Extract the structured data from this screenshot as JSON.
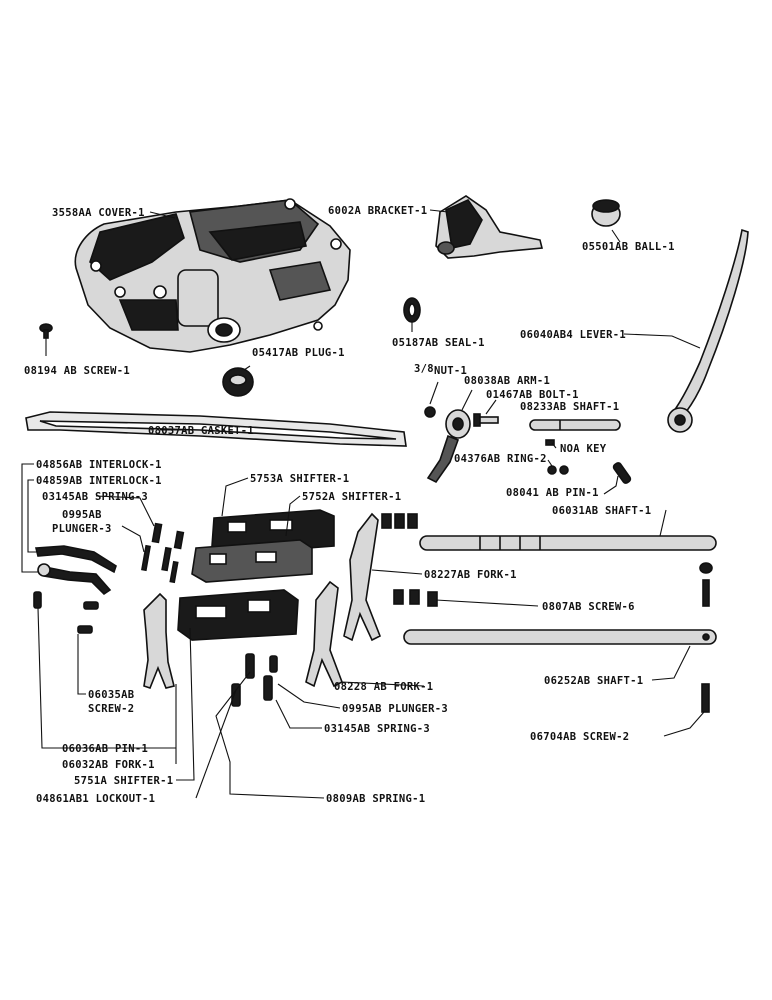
{
  "labels": {
    "cover": "3558AA COVER-1",
    "bracket": "6002A BRACKET-1",
    "ball": "05501AB BALL-1",
    "seal": "05187AB SEAL-1",
    "lever": "06040AB4 LEVER-1",
    "screw_08194": "08194 AB SCREW-1",
    "plug": "05417AB PLUG-1",
    "nut_fraction": "3/8",
    "nut": "NUT-1",
    "arm": "08038AB ARM-1",
    "bolt": "01467AB BOLT-1",
    "shaft_08233": "08233AB SHAFT-1",
    "gasket": "08037AB GASKET-1",
    "noa_key": "NOA KEY",
    "ring": "04376AB RING-2",
    "interlock_04856": "04856AB INTERLOCK-1",
    "interlock_04859": "04859AB INTERLOCK-1",
    "spring_03145_top": "03145AB SPRING-3",
    "plunger_top_line1": "0995AB",
    "plunger_top_line2": "PLUNGER-3",
    "shifter_5753": "5753A SHIFTER-1",
    "shifter_5752": "5752A SHIFTER-1",
    "pin_08041": "08041 AB PIN-1",
    "shaft_06031": "06031AB SHAFT-1",
    "fork_08227": "08227AB FORK-1",
    "screw_0807": "0807AB SCREW-6",
    "shaft_06252": "06252AB SHAFT-1",
    "fork_08228": "08228 AB FORK-1",
    "plunger_bottom": "0995AB PLUNGER-3",
    "spring_03145_bottom": "03145AB SPRING-3",
    "screw_06035_line1": "06035AB",
    "screw_06035_line2": "SCREW-2",
    "screw_06704": "06704AB SCREW-2",
    "pin_06036": "06036AB PIN-1",
    "fork_06032": "06032AB FORK-1",
    "shifter_5751": "5751A SHIFTER-1",
    "lockout": "04861AB1 LOCKOUT-1",
    "spring_0809": "0809AB SPRING-1"
  }
}
